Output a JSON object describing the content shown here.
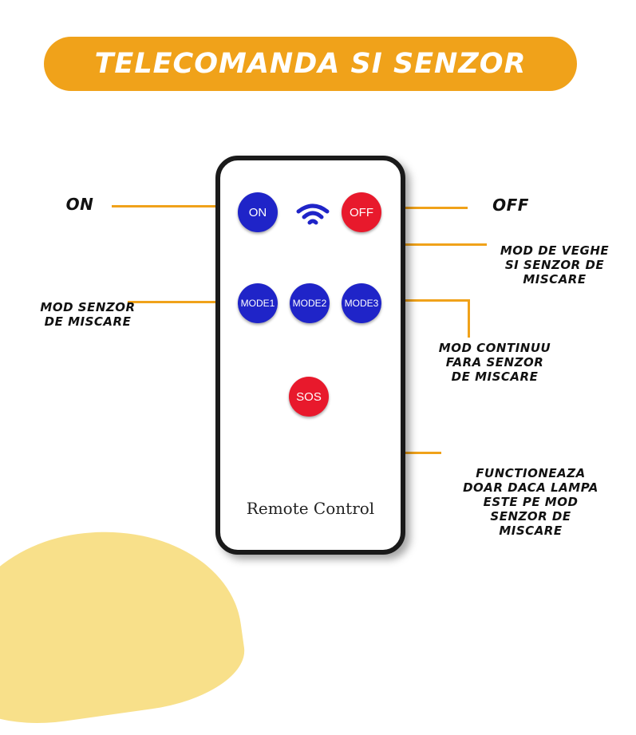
{
  "title": "TELECOMANDA SI  SENZOR",
  "remote": {
    "buttons": {
      "on": "ON",
      "off": "OFF",
      "mode1": "MODE1",
      "mode2": "MODE2",
      "mode3": "MODE3",
      "sos": "SOS"
    },
    "label": "Remote Control",
    "signal_icon": "wifi-icon"
  },
  "callouts": {
    "on": "ON",
    "off": "OFF",
    "mode1": [
      "MOD SENZOR",
      "DE MISCARE"
    ],
    "mode2": [
      "MOD DE VEGHE",
      "SI SENZOR DE",
      "MISCARE"
    ],
    "mode3": [
      "MOD CONTINUU",
      "FARA SENZOR",
      "DE MISCARE"
    ],
    "sos": [
      "FUNCTIONEAZA",
      "DOAR DACA LAMPA",
      "ESTE PE MOD",
      "SENZOR DE",
      "MISCARE"
    ]
  },
  "colors": {
    "accent": "#f0a21a",
    "button_blue": "#1f24c8",
    "button_red": "#e8192c",
    "corner_blob": "#f8e08a"
  }
}
